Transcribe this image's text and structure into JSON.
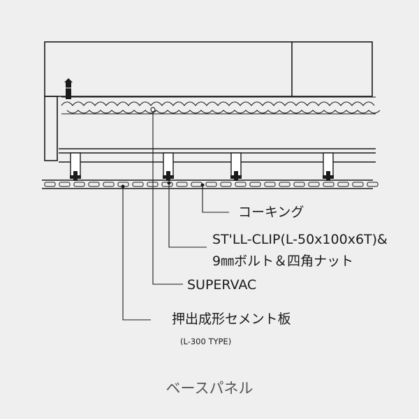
{
  "title": "ベースパネル",
  "labels": {
    "caulking": "コーキング",
    "clip_line1": "ST'LL-CLIP(L-50x100x6T)&",
    "clip_line2": "9㎜ボルト＆四角ナット",
    "supervac": "SUPERVAC",
    "cement_board": "押出成形セメント板",
    "cement_type": "(L-300 TYPE)"
  },
  "colors": {
    "line": "#1a1a1a",
    "background": "#efefef",
    "title": "#555555"
  }
}
